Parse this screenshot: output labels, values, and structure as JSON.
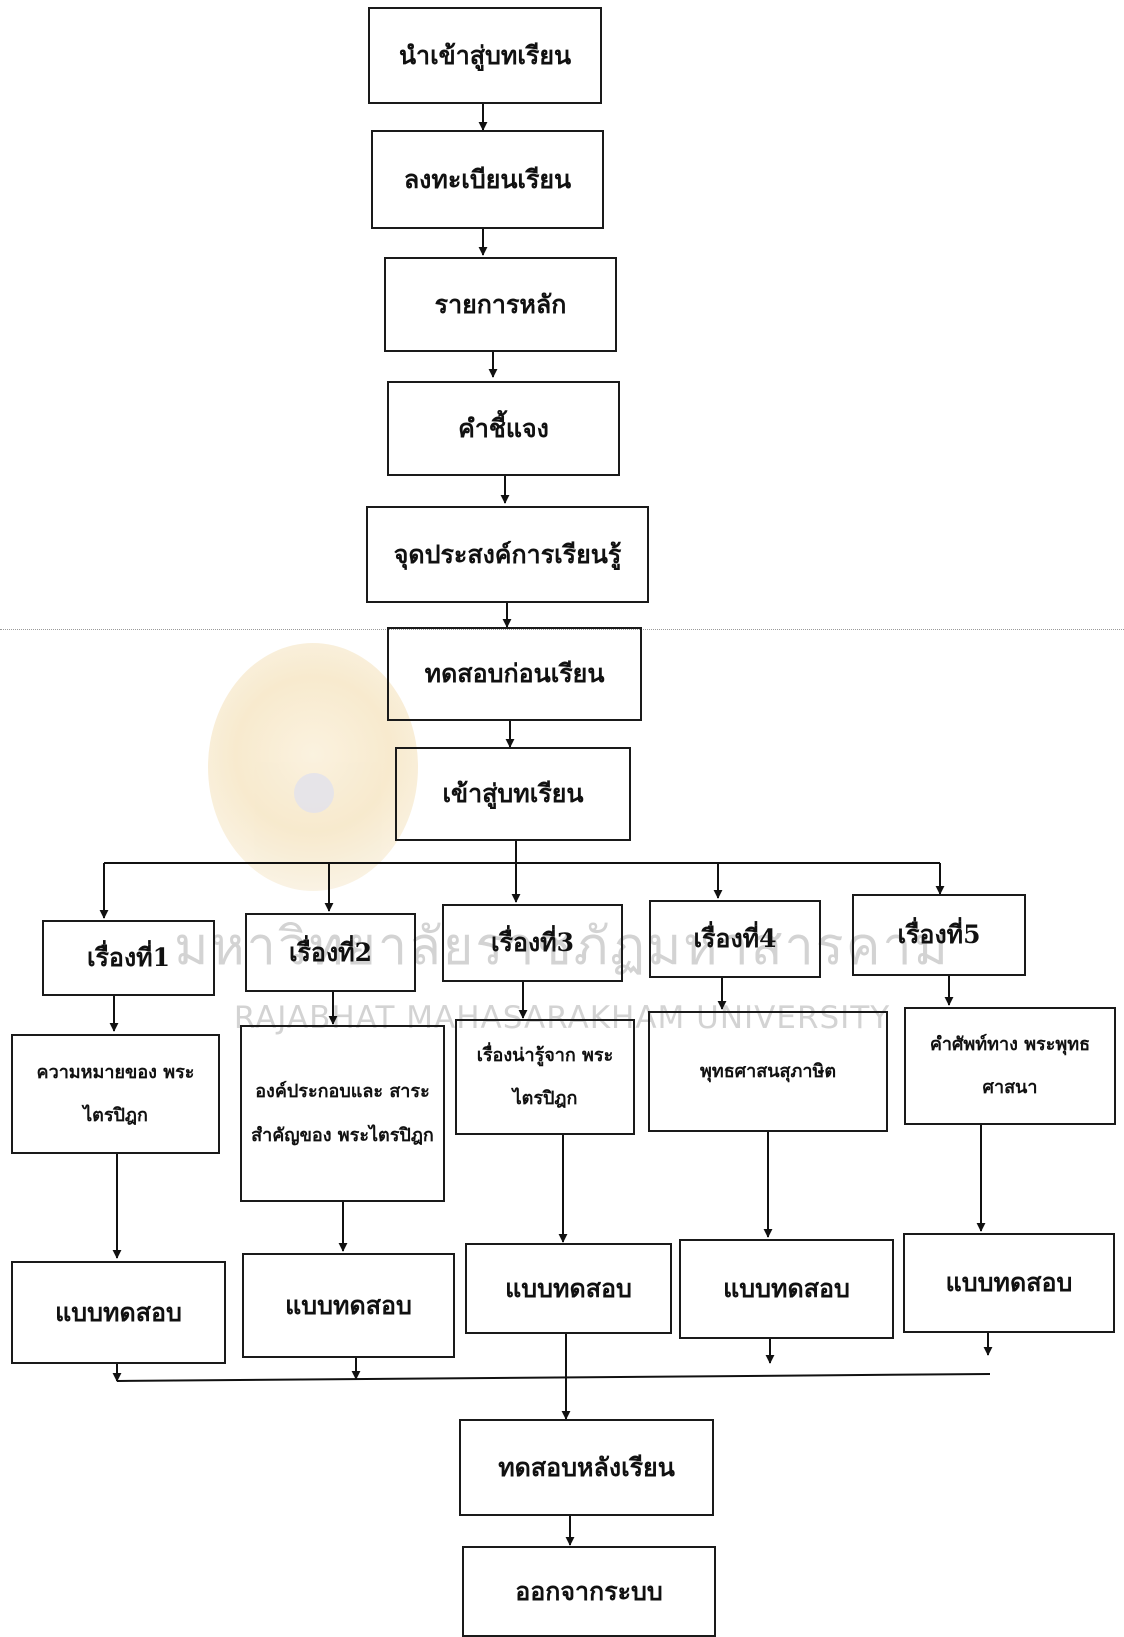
{
  "diagram": {
    "watermark": {
      "thai": "มหาวิทยาลัยราชภัฏมหาสารคาม",
      "english": "RAJABHAT MAHASARAKHAM UNIVERSITY"
    },
    "main_flow": [
      "นำเข้าสู่บทเรียน",
      "ลงทะเบียนเรียน",
      "รายการหลัก",
      "คำชี้แจง",
      "จุดประสงค์การเรียนรู้",
      "ทดสอบก่อนเรียน",
      "เข้าสู่บทเรียน"
    ],
    "topics": [
      {
        "title": "เรื่องที่1",
        "content": "ความหมายของ พระไตรปิฎก",
        "test": "แบบทดสอบ"
      },
      {
        "title": "เรื่องที่2",
        "content": "องค์ประกอบและ สาระสำคัญของ พระไตรปิฎก",
        "test": "แบบทดสอบ"
      },
      {
        "title": "เรื่องที่3",
        "content": "เรื่องน่ารู้จาก พระไตรปิฎก",
        "test": "แบบทดสอบ"
      },
      {
        "title": "เรื่องที่4",
        "content": "พุทธศาสนสุภาษิต",
        "test": "แบบทดสอบ"
      },
      {
        "title": "เรื่องที่5",
        "content": "คำศัพท์ทาง พระพุทธศาสนา",
        "test": "แบบทดสอบ"
      }
    ],
    "post_test": "ทดสอบหลังเรียน",
    "exit": "ออกจากระบบ"
  }
}
